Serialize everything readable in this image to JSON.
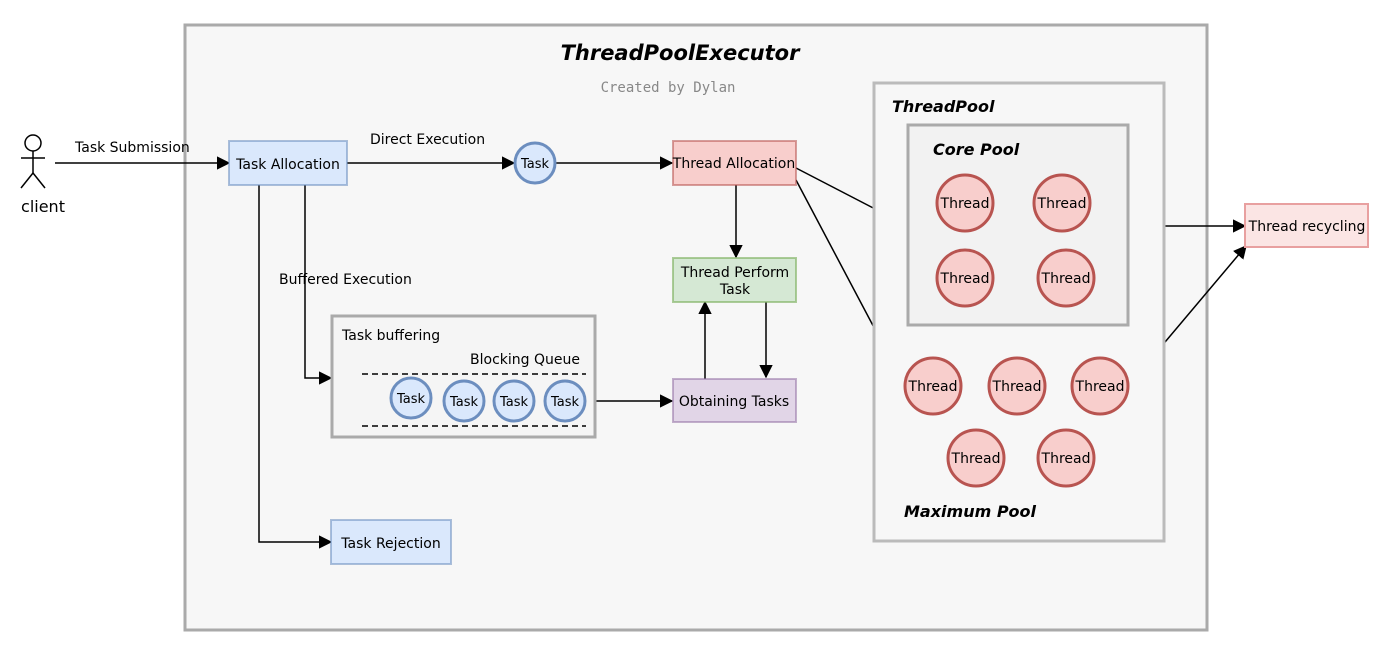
{
  "title": "ThreadPoolExecutor",
  "subtitle": "Created by Dylan",
  "client_label": "client",
  "edge_labels": {
    "task_submission": "Task Submission",
    "direct_execution": "Direct Execution",
    "buffered_execution": "Buffered Execution"
  },
  "boxes": {
    "task_allocation": "Task Allocation",
    "thread_allocation": "Thread Allocation",
    "thread_perform_line1": "Thread Perform",
    "thread_perform_line2": "Task",
    "obtaining_tasks": "Obtaining Tasks",
    "task_rejection": "Task Rejection",
    "thread_recycling": "Thread recycling"
  },
  "task_buffering": {
    "title": "Task buffering",
    "queue_label": "Blocking Queue",
    "tasks": [
      "Task",
      "Task",
      "Task",
      "Task"
    ]
  },
  "direct_task": "Task",
  "thread_pool": {
    "title": "ThreadPool",
    "core_title": "Core Pool",
    "core_threads": [
      "Thread",
      "Thread",
      "Thread",
      "Thread"
    ],
    "max_title": "Maximum Pool",
    "max_threads": [
      "Thread",
      "Thread",
      "Thread",
      "Thread",
      "Thread"
    ]
  },
  "colors": {
    "blue_fill": "#dae8fc",
    "blue_stroke": "#6c8ebf",
    "red_fill": "#f8cecc",
    "red_stroke": "#b85450",
    "green_fill": "#d5e8d4",
    "green_stroke": "#82b366",
    "purple_fill": "#e1d5e7",
    "purple_stroke": "#9673a6",
    "pink_fill": "#fbe5e4",
    "pink_stroke": "#e8a0a0",
    "gray_stroke": "#aaaaaa"
  }
}
